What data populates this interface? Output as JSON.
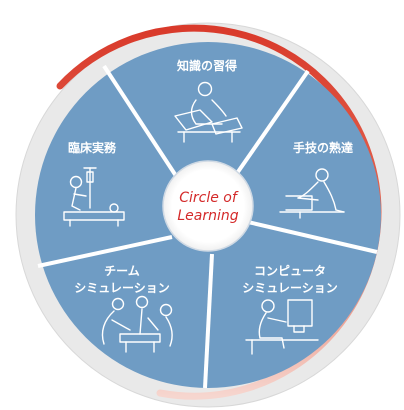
{
  "diagram": {
    "center": {
      "line1": "Circle of",
      "line2": "Learning"
    },
    "segments": [
      {
        "id": "knowledge",
        "lines": [
          "知識の習得"
        ],
        "icon": "reading-person-icon"
      },
      {
        "id": "skills",
        "lines": [
          "手技の熟達"
        ],
        "icon": "procedure-person-icon"
      },
      {
        "id": "computer-sim",
        "lines": [
          "コンピュータ",
          "シミュレーション"
        ],
        "icon": "computer-user-icon"
      },
      {
        "id": "team-sim",
        "lines": [
          "チーム",
          "シミュレーション"
        ],
        "icon": "team-icon"
      },
      {
        "id": "clinical",
        "lines": [
          "臨床実務"
        ],
        "icon": "bedside-care-icon"
      }
    ],
    "colors": {
      "segment_fill": "#6f9cc4",
      "separator": "#ffffff",
      "accent_ring": "#d93a2b",
      "center_text": "#d42a2a",
      "outer_ring": "#e6e6e6"
    }
  }
}
